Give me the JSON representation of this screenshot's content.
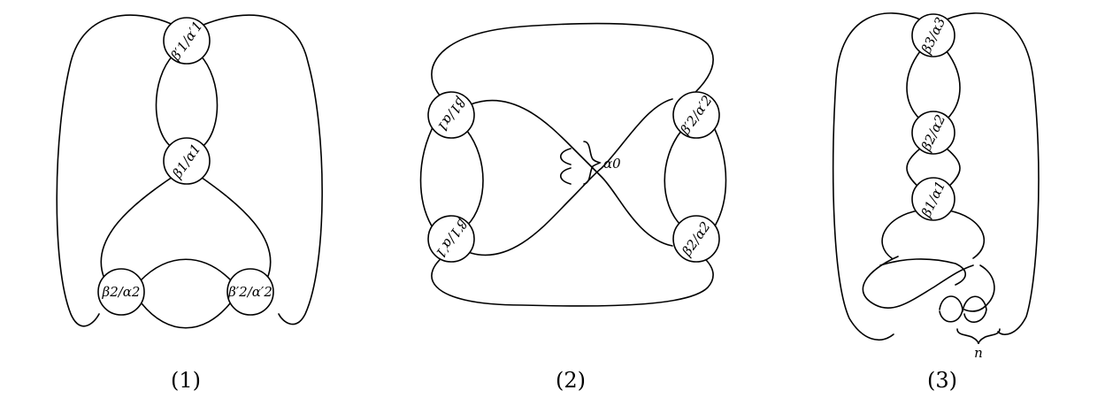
{
  "figure1": {
    "caption": "(1)",
    "boxes": [
      "β′1/α′1",
      "β1/α1",
      "β2/α2",
      "β′2/α′2"
    ]
  },
  "figure2": {
    "caption": "(2)",
    "boxes": [
      "β1/α1",
      "β′1/α′1",
      "β′2/α′2",
      "β2/α2"
    ],
    "twist_label": "α0"
  },
  "figure3": {
    "caption": "(3)",
    "boxes": [
      "β3/α3",
      "β2/α2",
      "β1/α1"
    ],
    "twist_label": "n"
  }
}
